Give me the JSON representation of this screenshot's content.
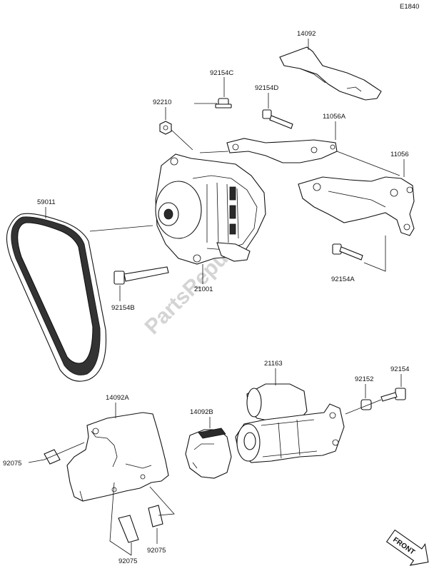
{
  "diagram_code": "E1840",
  "watermark": "PartsRepublik",
  "direction_label": "FRONT",
  "parts": {
    "cover_upper": "14092",
    "bolt_c": "92154C",
    "nut": "92210",
    "bolt_d": "92154D",
    "bracket_a": "11056A",
    "bracket": "11056",
    "belt": "59011",
    "bolt_a": "92154A",
    "bolt_b": "92154B",
    "alternator": "21001",
    "starter": "21163",
    "spacer": "92152",
    "bolt_starter": "92154",
    "cover_starter": "14092A",
    "cover_b": "14092B",
    "damper_left": "92075",
    "damper_bottom_left": "92075",
    "damper_bottom_right": "92075"
  }
}
